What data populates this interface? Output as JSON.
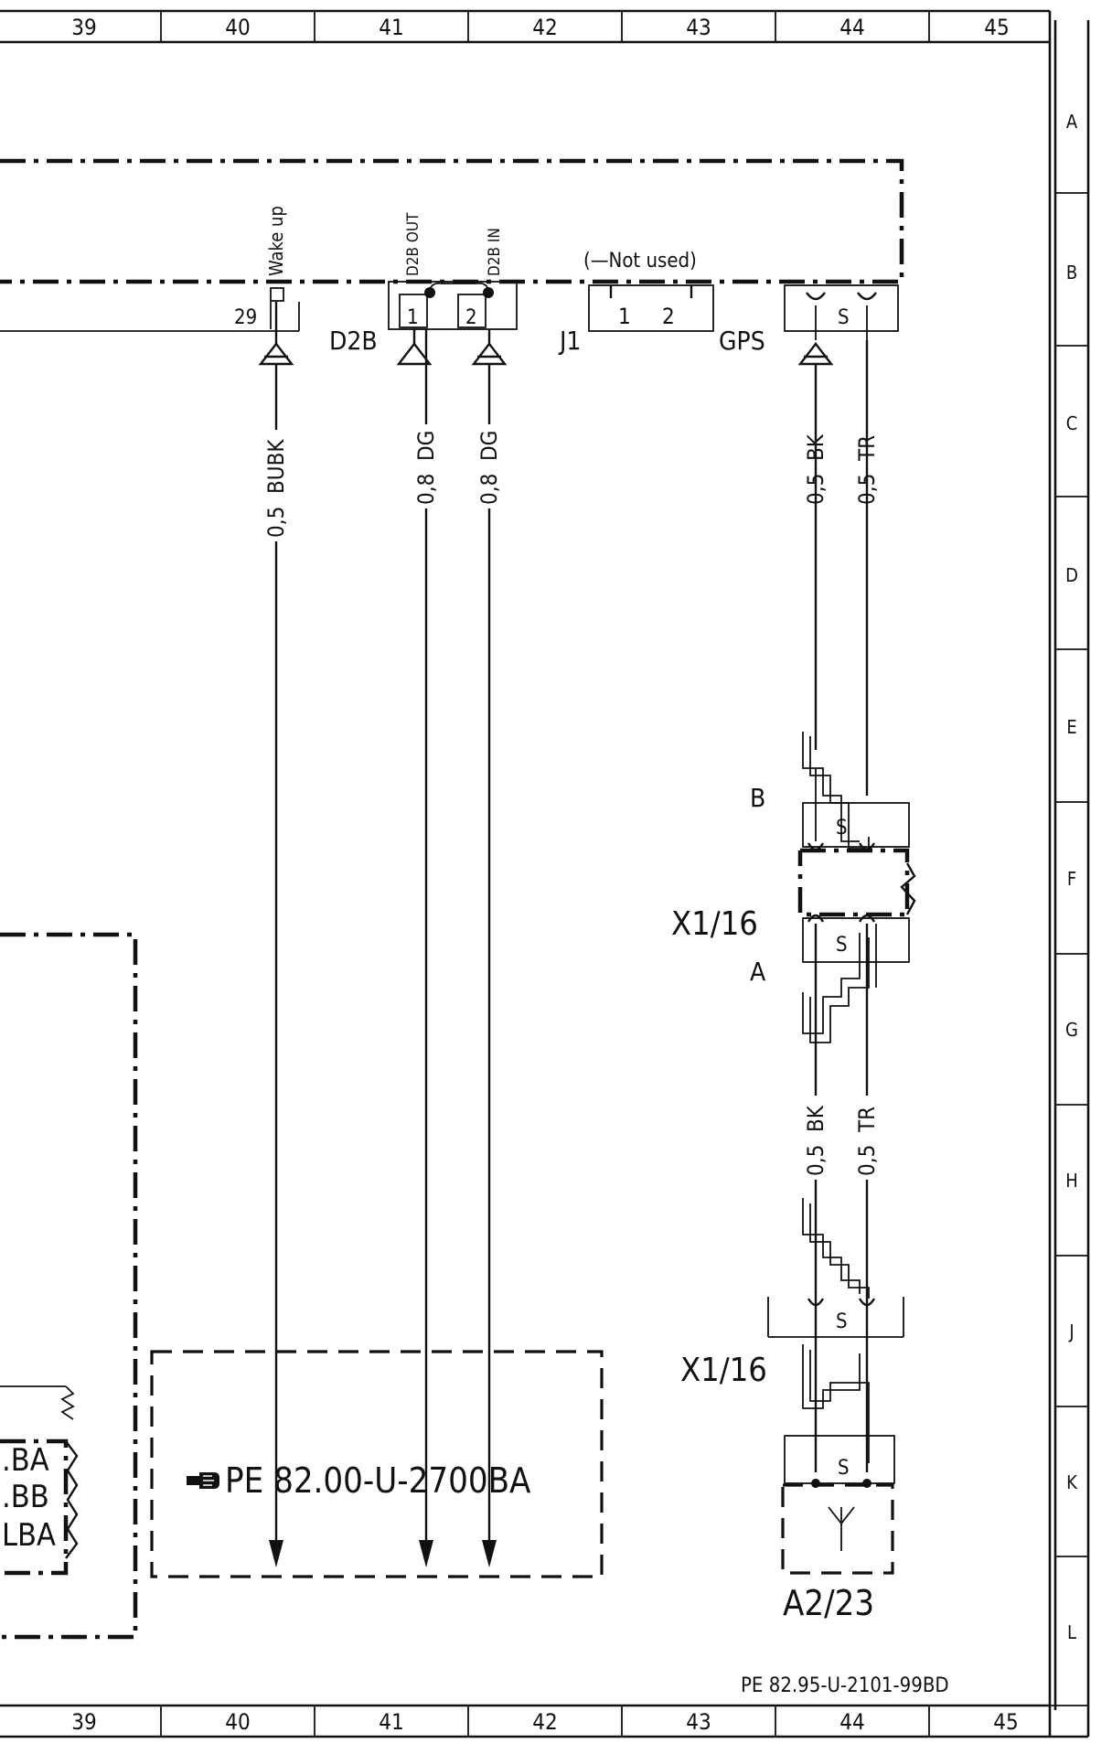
{
  "grid": {
    "columns": [
      "39",
      "40",
      "41",
      "42",
      "43",
      "44",
      "45"
    ],
    "rows": [
      "A",
      "B",
      "C",
      "D",
      "E",
      "F",
      "G",
      "H",
      "J",
      "K",
      "L"
    ]
  },
  "control_unit": {
    "wake_label": "Wake up",
    "pin_29": "29",
    "d2b_label": "D2B",
    "d2b_out_label": "D2B OUT",
    "d2b_in_label": "D2B IN",
    "d2b_pin_1": "1",
    "d2b_pin_2": "2",
    "j1_label": "J1",
    "j1_note": "(—Not used)",
    "j1_pin_1": "1",
    "j1_pin_2": "2",
    "gps_label": "GPS",
    "gps_shield": "S"
  },
  "wires": [
    {
      "size": "0,5",
      "color": "BUBK"
    },
    {
      "size": "0,8",
      "color": "DG"
    },
    {
      "size": "0,8",
      "color": "DG"
    },
    {
      "size": "0,5",
      "color": "BK"
    },
    {
      "size": "0,5",
      "color": "TR"
    }
  ],
  "wires_lower": [
    {
      "size": "0,5",
      "color": "BK"
    },
    {
      "size": "0,5",
      "color": "TR"
    }
  ],
  "connector_upper": {
    "name": "X1/16",
    "side_b": "B",
    "side_a": "A",
    "shield_b": "S",
    "shield_a": "S"
  },
  "connector_lower": {
    "name": "X1/16",
    "shield": "S"
  },
  "antenna": {
    "name": "A2/23",
    "shield": "S"
  },
  "reference": {
    "icon": "hand-pointing-icon",
    "text": "PE  82.00-U-2700BA"
  },
  "left_fragment": {
    "lines": [
      ".BA",
      ".BB",
      "LBA"
    ]
  },
  "drawing_number": "PE  82.95-U-2101-99BD"
}
